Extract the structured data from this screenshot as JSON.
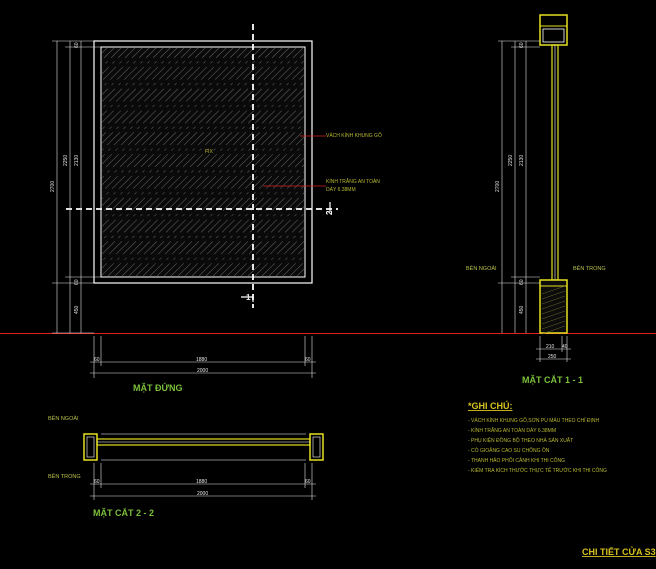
{
  "colors": {
    "background": "#000000",
    "frame": "#ffffff",
    "glass_hatch": "#dcdcdc",
    "floor_line": "#e02020",
    "leader": "#d82020",
    "accent_yellow": "#e6e020",
    "text_green": "#7bbf3a",
    "text_note": "#b8b832",
    "title": "#d6c21f"
  },
  "elevation": {
    "title": "MẶT ĐỨNG",
    "fix_label": "FIX",
    "callout_frame": "VÁCH KÍNH KHUNG GỖ",
    "callout_glass_line1": "KÍNH TRẮNG AN TOÀN",
    "callout_glass_line2": "DÀY 6.38MM",
    "section_mark_right": "2",
    "section_mark_bottom": "1",
    "dims_left_outer": "2700",
    "dims_left_inner_a": "2250",
    "dims_left_inner_b": "2130",
    "dims_left_top": "60",
    "dims_left_mid": "60",
    "dims_left_bottom": "450",
    "dims_bottom_overall": "2000",
    "dims_bottom_glass": "1880",
    "dims_bottom_left": "60",
    "dims_bottom_right": "60"
  },
  "section_1": {
    "title": "MẶT CẮT 1 - 1",
    "outside_label": "BÊN NGOÀI",
    "inside_label": "BÊN TRONG",
    "dims_outer": "2700",
    "dims_inner_a": "2250",
    "dims_inner_b": "2130",
    "dims_top": "60",
    "dims_mid": "60",
    "dims_bottom": "450",
    "dims_bottom_a": "210",
    "dims_bottom_b": "40",
    "dims_bottom_total": "250"
  },
  "section_2": {
    "title": "MẶT CẮT 2 - 2",
    "outside_label": "BÊN NGOÀI",
    "inside_label": "BÊN TRONG",
    "dims_left": "60",
    "dims_mid": "1880",
    "dims_right": "60",
    "dims_total": "2000"
  },
  "notes": {
    "heading": "*GHI CHÚ:",
    "items": [
      "- VÁCH KÍNH KHUNG GỖ,SƠN PU MÀU THEO CHỈ ĐỊNH",
      "- KÍNH TRẮNG AN TOÀN DÀY 6.38MM",
      "- PHỤ KIỆN ĐỒNG BỘ THEO NHÀ SẢN XUẤT",
      "- CÓ GIOĂNG CAO SU CHỐNG ỒN",
      "- THANH HẢO PHỐI CẢNH KHI THI CÔNG",
      "- KIỂM TRA KÍCH THƯỚC THỰC TẾ TRƯỚC KHI THI CÔNG"
    ]
  },
  "drawing_title": "CHI TIẾT CỬA S3"
}
